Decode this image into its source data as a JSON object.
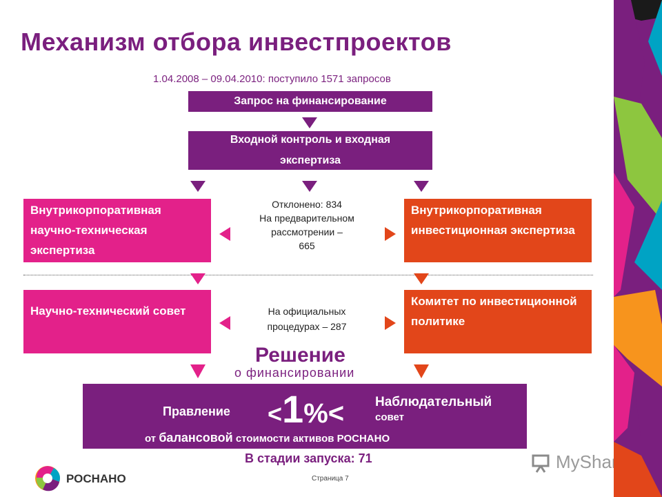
{
  "title": "Механизм отбора инвестпроектов",
  "subtitle": "1.04.2008 – 09.04.2010: поступило 1571 запросов",
  "request_box": "Запрос на финансирование",
  "input_control_box": "Входной контроль и входная экспертиза",
  "left_expertise_box": "Внутрикорпоративная научно-техническая экспертиза",
  "right_expertise_box": "Внутрикорпоративная инвестиционная экспертиза",
  "rejected_text": {
    "line1": "Отклонено: 834",
    "line2": "На предварительном",
    "line3": "рассмотрении –",
    "line4": "665"
  },
  "scitech_council_box": "Научно-технический совет",
  "investment_committee_box": "Комитет по инвестиционной политике",
  "official_text": {
    "line1": "На официальных",
    "line2": "процедурах – 287"
  },
  "decision": {
    "title": "Решение",
    "subtitle": "о финансировании"
  },
  "bottom_box": {
    "board": "Правление",
    "supervisory_line1": "Наблюдательный",
    "supervisory_line2": "совет",
    "percent_prefix": "<",
    "percent_value": "1",
    "percent_suffix": "%<",
    "asset_prefix": "от",
    "asset_emph": "балансовой",
    "asset_rest": "стоимости активов РОСНАНО"
  },
  "launch_stage": "В стадии запуска: 71",
  "page_number": "Страница 7",
  "logo_text": "РОСНАНО",
  "watermark": "MyShared",
  "colors": {
    "purple": "#7a1f7e",
    "pink": "#e3218a",
    "orange": "#e2461a"
  }
}
